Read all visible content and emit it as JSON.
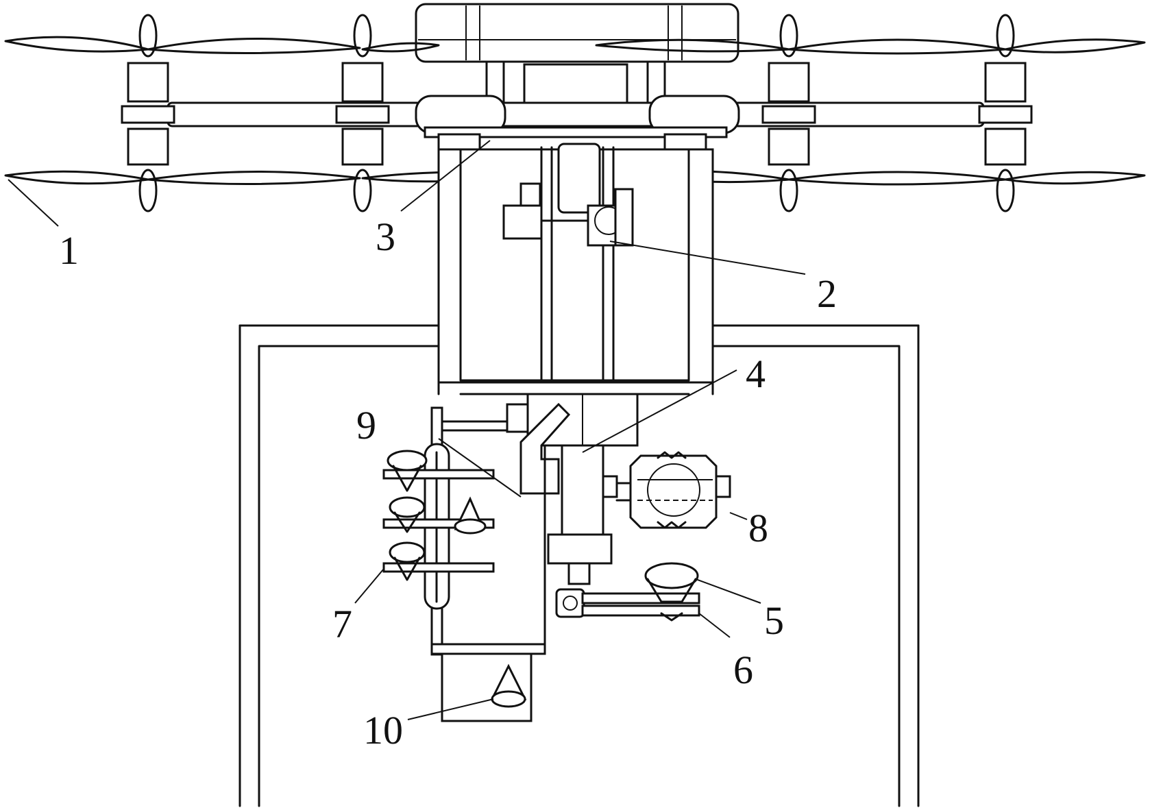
{
  "figure": {
    "labels": [
      "1",
      "2",
      "3",
      "4",
      "5",
      "6",
      "7",
      "8",
      "9",
      "10"
    ]
  },
  "colors": {
    "line": "#111111",
    "background": "#ffffff"
  },
  "parts": [
    "propeller",
    "motor",
    "frame-arm",
    "top-housing",
    "camera-gimbal",
    "support-frame",
    "landing-frame",
    "lift-column",
    "gripper",
    "cone-magazine",
    "rotating-jaw",
    "cone-outlet"
  ]
}
